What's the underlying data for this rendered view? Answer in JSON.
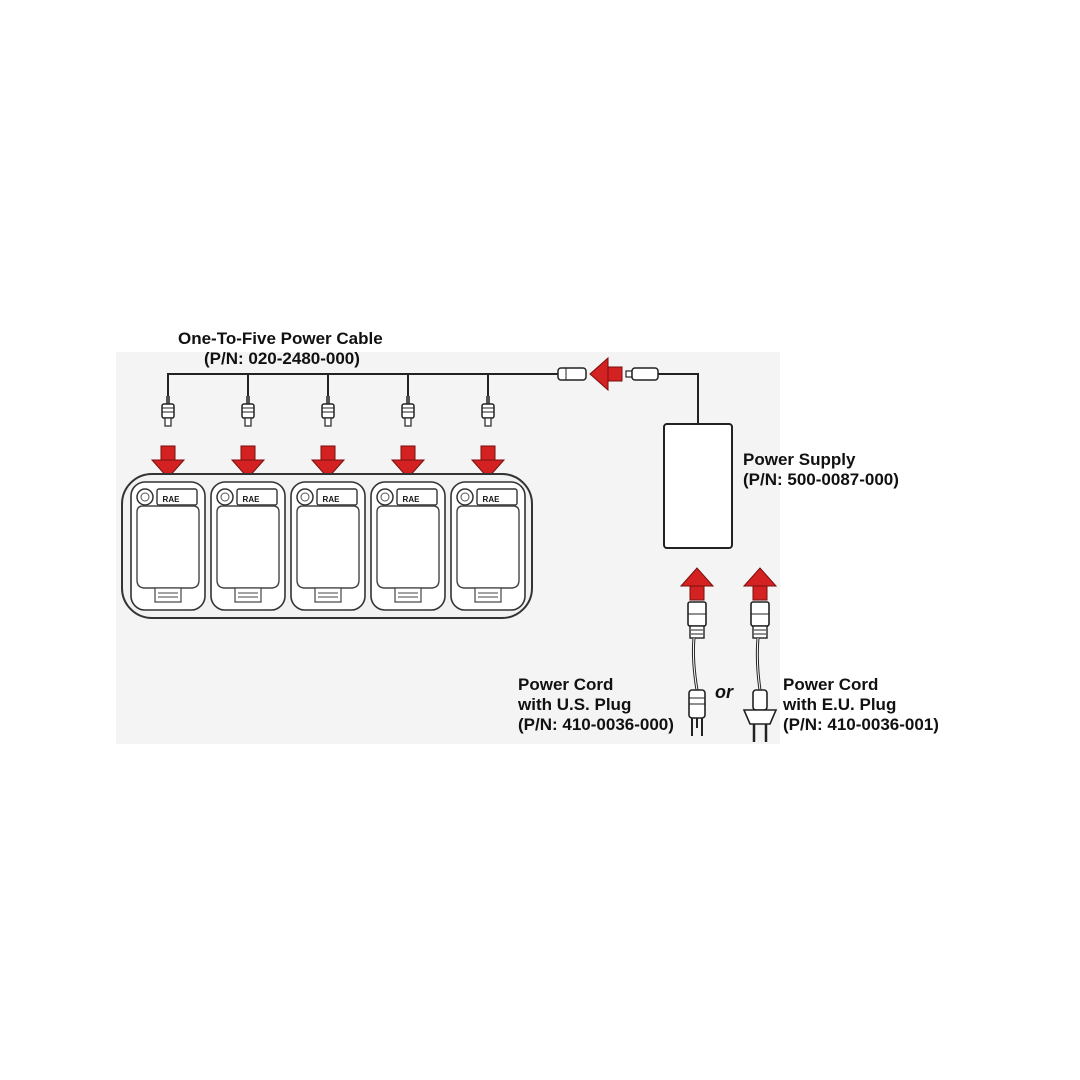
{
  "labels": {
    "cable": {
      "line1": "One-To-Five Power Cable",
      "line2": "(P/N: 020-2480-000)"
    },
    "supply": {
      "line1": "Power Supply",
      "line2": "(P/N: 500-0087-000)"
    },
    "us_cord": {
      "line1": "Power Cord",
      "line2": "with U.S. Plug",
      "line3": "(P/N: 410-0036-000)"
    },
    "eu_cord": {
      "line1": "Power Cord",
      "line2": "with E.U. Plug",
      "line3": "(P/N: 410-0036-001)"
    },
    "or_word": "or"
  },
  "cradle_logo_text": "RAE",
  "colors": {
    "arrow": "#d42222",
    "line": "#222222",
    "background_panel": "#f4f4f4"
  }
}
